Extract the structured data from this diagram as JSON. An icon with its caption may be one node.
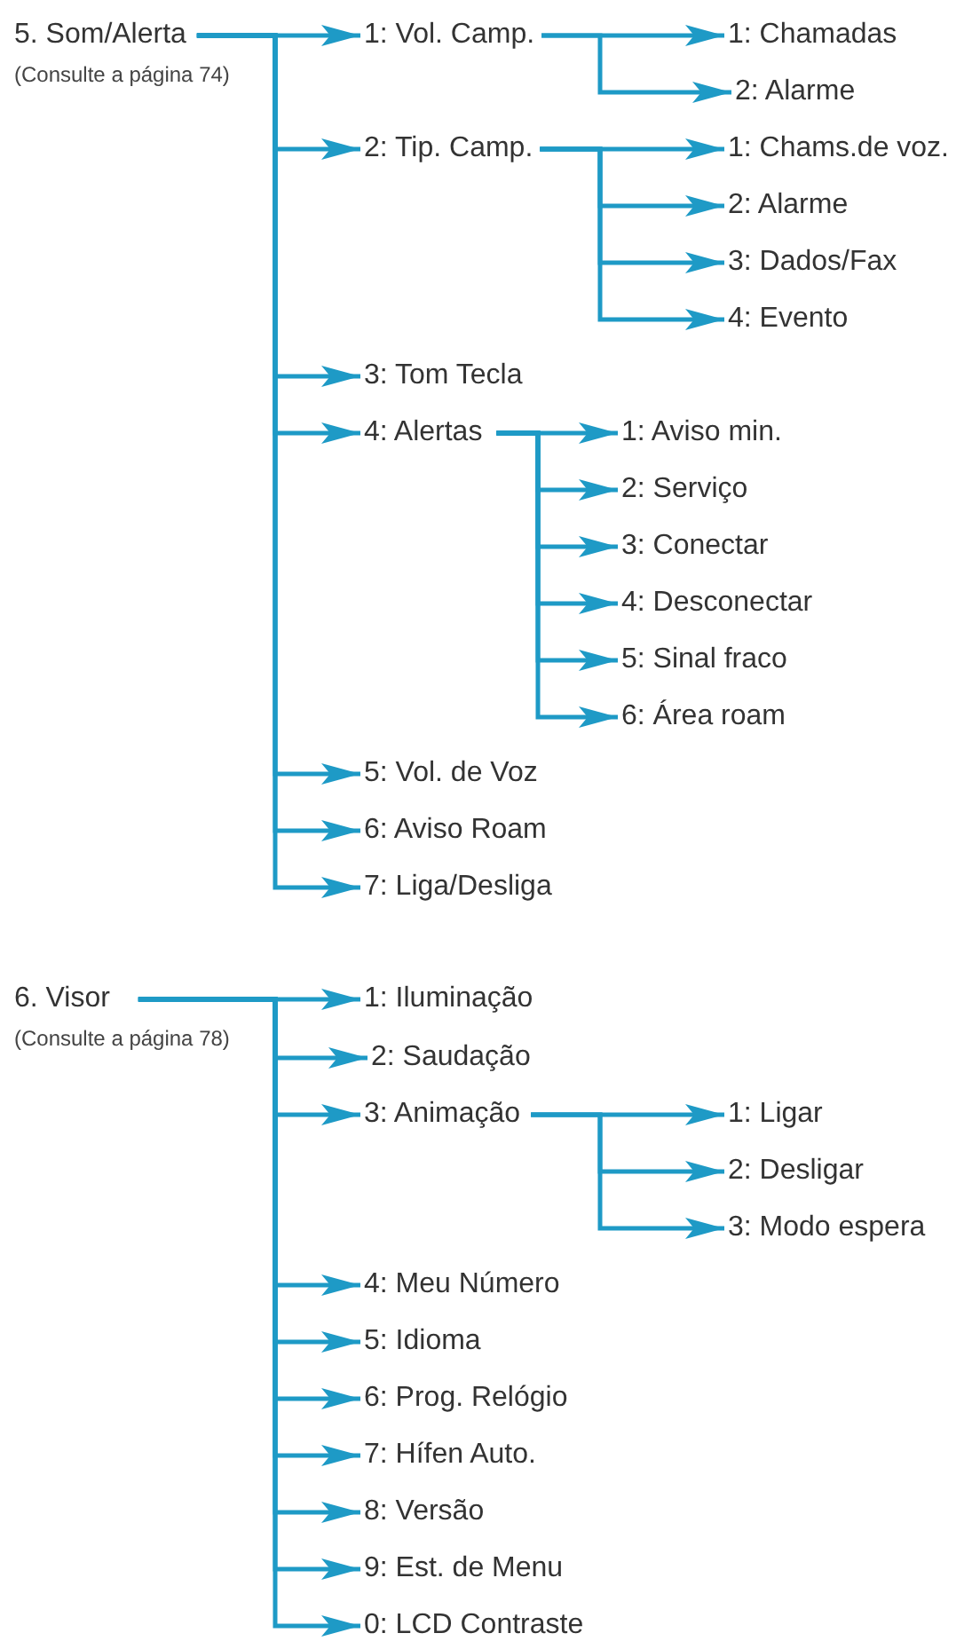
{
  "diagram": {
    "nodes": [
      {
        "text": [
          "5. Som/Alerta",
          "(Consulte a página 74)"
        ]
      },
      {
        "text": [
          "1: Vol. Camp."
        ]
      },
      {
        "text": [
          "1: Chamadas"
        ]
      },
      {
        "text": [
          "2: Alarme"
        ]
      },
      {
        "text": [
          "2: Tip. Camp."
        ]
      },
      {
        "text": [
          "1: Chams.de voz."
        ]
      },
      {
        "text": [
          "2: Alarme"
        ]
      },
      {
        "text": [
          "3: Dados/Fax"
        ]
      },
      {
        "text": [
          "4: Evento"
        ]
      },
      {
        "text": [
          "3: Tom Tecla"
        ]
      },
      {
        "text": [
          "4: Alertas"
        ]
      },
      {
        "text": [
          "1: Aviso min."
        ]
      },
      {
        "text": [
          "2: Serviço"
        ]
      },
      {
        "text": [
          "3: Conectar"
        ]
      },
      {
        "text": [
          "4: Desconectar"
        ]
      },
      {
        "text": [
          "5: Sinal fraco"
        ]
      },
      {
        "text": [
          "6: Área roam"
        ]
      },
      {
        "text": [
          "5: Vol. de Voz"
        ]
      },
      {
        "text": [
          "6: Aviso Roam"
        ]
      },
      {
        "text": [
          "7: Liga/Desliga"
        ]
      },
      {
        "text": [
          "6. Visor",
          "(Consulte a página 78)"
        ]
      },
      {
        "text": [
          "1: Iluminação"
        ]
      },
      {
        "text": [
          "2: Saudação"
        ]
      },
      {
        "text": [
          "3: Animação"
        ]
      },
      {
        "text": [
          "1: Ligar"
        ]
      },
      {
        "text": [
          "2: Desligar"
        ]
      },
      {
        "text": [
          "3: Modo espera"
        ]
      },
      {
        "text": [
          "4: Meu Número"
        ]
      },
      {
        "text": [
          "5: Idioma"
        ]
      },
      {
        "text": [
          "6: Prog. Relógio"
        ]
      },
      {
        "text": [
          "7: Hífen Auto."
        ]
      },
      {
        "text": [
          "8: Versão"
        ]
      },
      {
        "text": [
          "9: Est. de Menu"
        ]
      },
      {
        "text": [
          "0: LCD Contraste"
        ]
      }
    ],
    "edges": [
      {
        "from": 0,
        "to": 1,
        "arrow": "to"
      },
      {
        "from": 1,
        "to": 2,
        "arrow": "to"
      },
      {
        "from": 1,
        "to": 3,
        "arrow": "to"
      },
      {
        "from": 0,
        "to": 4,
        "arrow": "to"
      },
      {
        "from": 4,
        "to": 5,
        "arrow": "to"
      },
      {
        "from": 4,
        "to": 6,
        "arrow": "to"
      },
      {
        "from": 4,
        "to": 7,
        "arrow": "to"
      },
      {
        "from": 4,
        "to": 8,
        "arrow": "to"
      },
      {
        "from": 0,
        "to": 9,
        "arrow": "to"
      },
      {
        "from": 0,
        "to": 10,
        "arrow": "to"
      },
      {
        "from": 10,
        "to": 11,
        "arrow": "to"
      },
      {
        "from": 10,
        "to": 12,
        "arrow": "to"
      },
      {
        "from": 10,
        "to": 13,
        "arrow": "to"
      },
      {
        "from": 10,
        "to": 14,
        "arrow": "to"
      },
      {
        "from": 10,
        "to": 15,
        "arrow": "to"
      },
      {
        "from": 10,
        "to": 16,
        "arrow": "to"
      },
      {
        "from": 0,
        "to": 17,
        "arrow": "to"
      },
      {
        "from": 0,
        "to": 18,
        "arrow": "to"
      },
      {
        "from": 0,
        "to": 19,
        "arrow": "to"
      },
      {
        "from": 20,
        "to": 21,
        "arrow": "to"
      },
      {
        "from": 20,
        "to": 22,
        "arrow": "to"
      },
      {
        "from": 20,
        "to": 23,
        "arrow": "to"
      },
      {
        "from": 23,
        "to": 24,
        "arrow": "to"
      },
      {
        "from": 23,
        "to": 25,
        "arrow": "to"
      },
      {
        "from": 23,
        "to": 26,
        "arrow": "to"
      },
      {
        "from": 20,
        "to": 27,
        "arrow": "to"
      },
      {
        "from": 20,
        "to": 28,
        "arrow": "to"
      },
      {
        "from": 20,
        "to": 29,
        "arrow": "to"
      },
      {
        "from": 20,
        "to": 30,
        "arrow": "to"
      },
      {
        "from": 20,
        "to": 31,
        "arrow": "to"
      },
      {
        "from": 20,
        "to": 32,
        "arrow": "to"
      },
      {
        "from": 20,
        "to": 33,
        "arrow": "to"
      }
    ]
  }
}
